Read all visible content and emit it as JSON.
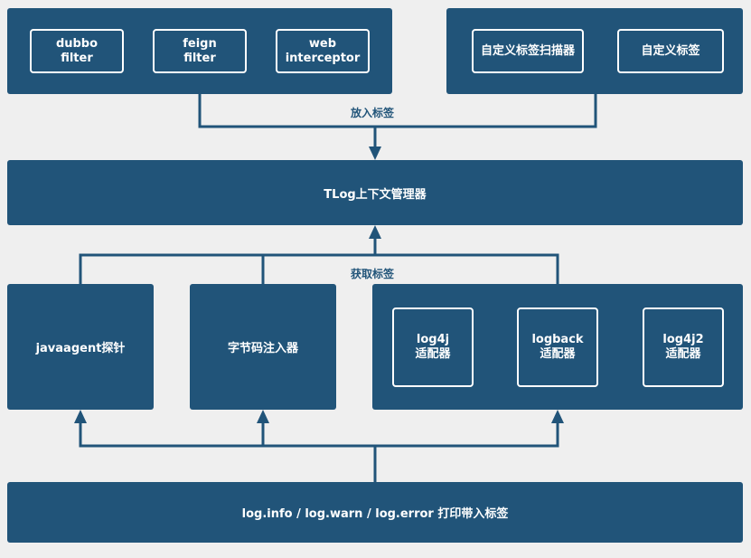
{
  "top_left_group": {
    "dubbo_filter": [
      "dubbo",
      "filter"
    ],
    "feign_filter": [
      "feign",
      "filter"
    ],
    "web_interceptor": [
      "web",
      "interceptor"
    ]
  },
  "top_right_group": {
    "tag_scanner": "自定义标签扫描器",
    "custom_tag": "自定义标签"
  },
  "edges": {
    "put_tag": "放入标签",
    "get_tag": "获取标签"
  },
  "context_manager": "TLog上下文管理器",
  "middle": {
    "javaagent": "javaagent探针",
    "bytecode": "字节码注入器",
    "adapters": {
      "log4j": [
        "log4j",
        "适配器"
      ],
      "logback": [
        "logback",
        "适配器"
      ],
      "log4j2": [
        "log4j2",
        "适配器"
      ]
    }
  },
  "bottom_bar": "log.info / log.warn / log.error 打印带入标签",
  "colors": {
    "panel": "#215479",
    "background": "#efefef",
    "line": "#215479"
  }
}
